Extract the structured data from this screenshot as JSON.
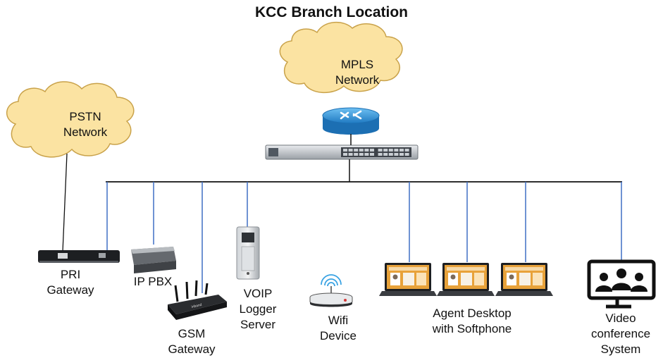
{
  "title": "KCC Branch Location",
  "clouds": {
    "mpls": {
      "line1": "MPLS",
      "line2": "Network"
    },
    "pstn": {
      "line1": "PSTN",
      "line2": "Network"
    }
  },
  "devices": {
    "pri_gateway": {
      "line1": "PRI",
      "line2": "Gateway"
    },
    "ip_pbx": {
      "line1": "IP PBX"
    },
    "gsm_gateway": {
      "line1": "GSM",
      "line2": "Gateway"
    },
    "voip_logger": {
      "line1": "VOIP",
      "line2": "Logger",
      "line3": "Server"
    },
    "wifi_device": {
      "line1": "Wifi",
      "line2": "Device"
    },
    "agent_desktop": {
      "line1": "Agent Desktop",
      "line2": "with Softphone"
    },
    "video_conference": {
      "line1": "Video",
      "line2": "conference",
      "line3": "System"
    }
  },
  "icons": {
    "router": "router-icon",
    "switch": "network-switch-icon",
    "laptop": "laptop-icon",
    "video": "video-conference-icon",
    "wifi": "wifi-router-icon",
    "server": "server-tower-icon",
    "gsm": "gsm-gateway-icon",
    "pbx": "ip-pbx-icon",
    "pri": "pri-gateway-icon"
  },
  "colors": {
    "cloud_fill": "#fbe3a2",
    "cloud_stroke": "#c9a24a",
    "link_blue": "#3f6fc4",
    "backbone": "#111111",
    "router_blue": "#2f8fd8"
  }
}
